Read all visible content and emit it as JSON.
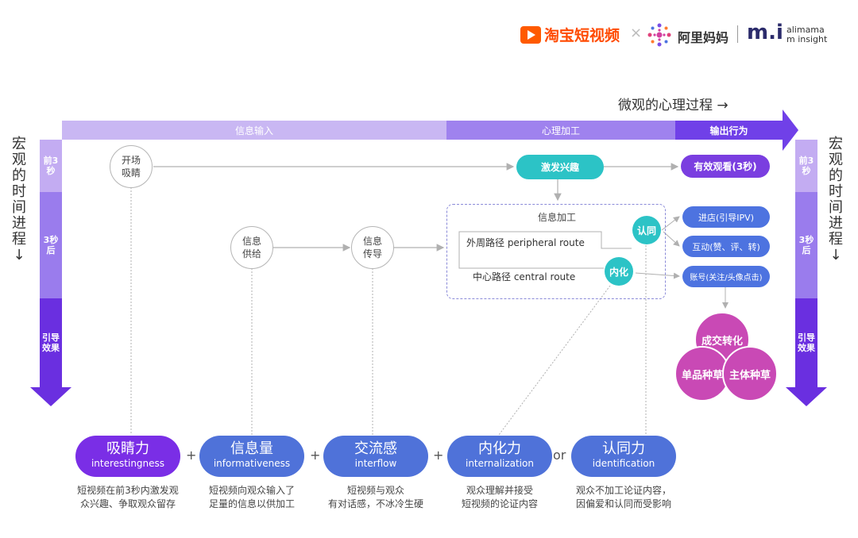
{
  "header": {
    "taobao_logo_text": "淘宝短视频",
    "separator": "×",
    "alimama_logo_text": "阿里妈妈",
    "mi_logo_text": "m.i",
    "mi_logo_sub1": "alimama",
    "mi_logo_sub2": "m insight"
  },
  "top_axis": {
    "label": "微观的心理过程 →",
    "bands": [
      "信息输入",
      "心理加工",
      "输出行为"
    ]
  },
  "side_axis": {
    "title_chars": [
      "宏",
      "观",
      "的",
      "时",
      "间",
      "进",
      "程",
      "↓"
    ],
    "segments": [
      "前3秒",
      "3秒后",
      "引导效果"
    ]
  },
  "nodes": {
    "open_circle": "开场吸睛",
    "supply_circle": "信息供给",
    "guide_circle": "信息传导",
    "interest_pill": "激发兴趣",
    "watch_pill": "有效观看(3秒)",
    "process_title": "信息加工",
    "peripheral_route": "外周路径 peripheral route",
    "central_route": "中心路径 central route",
    "identify_dot": "认同",
    "internalize_dot": "内化",
    "store_pill": "进店(引导IPV)",
    "interact_pill": "互动(赞、评、转)",
    "account_pill": "账号(关注/头像点击)",
    "deal_circle": "成交转化",
    "item_circle": "单品种草",
    "brand_circle": "主体种草"
  },
  "metrics": [
    {
      "zh": "吸睛力",
      "en": "interestingness",
      "desc": [
        "短视频在前3秒内激发观",
        "众兴趣、争取观众留存"
      ]
    },
    {
      "zh": "信息量",
      "en": "informativeness",
      "desc": [
        "短视频向观众输入了",
        "足量的信息以供加工"
      ]
    },
    {
      "zh": "交流感",
      "en": "interflow",
      "desc": [
        "短视频与观众",
        "有对话感，不冰冷生硬"
      ]
    },
    {
      "zh": "内化力",
      "en": "internalization",
      "desc": [
        "观众理解并接受",
        "短视频的论证内容"
      ]
    },
    {
      "zh": "认同力",
      "en": "identification",
      "desc": [
        "观众不加工论证内容，",
        "因偏爱和认同而受影响"
      ]
    }
  ],
  "operators": [
    "+",
    "+",
    "+",
    "or"
  ],
  "colors": {
    "band_light": "#c9b7f3",
    "band_mid": "#9f82ee",
    "band_dark": "#7040e8",
    "teal": "#2cc3c6",
    "blue": "#4d73e0",
    "magenta": "#c949b5",
    "metric_purple": "#7a2ee6",
    "metric_blue": "#4f72d9"
  }
}
